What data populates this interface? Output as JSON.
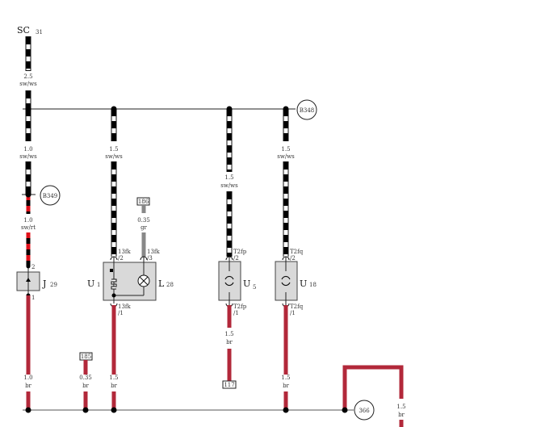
{
  "title": {
    "main": "SC",
    "sub": "31"
  },
  "wire_colors": {
    "brown": "#b2283a",
    "black": "#000000",
    "white": "#ffffff",
    "red": "#e0101a",
    "grey": "#888888"
  },
  "refs": {
    "b348": "B348",
    "b349": "B349",
    "r366": "366"
  },
  "tags": {
    "t186": "186",
    "t185": "185",
    "t117": "117"
  },
  "wires": {
    "w1": {
      "size": "2.5",
      "color": "sw/ws"
    },
    "w2": {
      "size": "1.0",
      "color": "sw/ws"
    },
    "w3": {
      "size": "1.0",
      "color": "sw/rt"
    },
    "w4": {
      "size": "1.0",
      "color": "br"
    },
    "w5": {
      "size": "1.5",
      "color": "sw/ws"
    },
    "w6": {
      "size": "0.35",
      "color": "gr"
    },
    "w7": {
      "size": "1.5",
      "color": "br"
    },
    "w8": {
      "size": "0.35",
      "color": "br"
    },
    "w9": {
      "size": "1.5",
      "color": "sw/ws"
    },
    "w10": {
      "size": "1.5",
      "color": "br"
    },
    "w11": {
      "size": "1.5",
      "color": "sw/ws"
    },
    "w12": {
      "size": "1.5",
      "color": "br"
    },
    "w13": {
      "size": "1.5",
      "color": "br"
    }
  },
  "components": {
    "j29": {
      "name": "J",
      "sub": "29",
      "pin_top": "2",
      "pin_bottom": "1"
    },
    "u1": {
      "name": "U",
      "sub": "1"
    },
    "l28": {
      "name": "L",
      "sub": "28"
    },
    "u1_pins": {
      "p2_conn": "13fk",
      "p2": "/2",
      "p3_conn": "13fk",
      "p3": "/3",
      "p1_conn": "13fk",
      "p1": "/1"
    },
    "u5": {
      "name": "U",
      "sub": "5",
      "top_conn": "T2fp",
      "top_pin": "/2",
      "bot_conn": "T2fp",
      "bot_pin": "/1"
    },
    "u18": {
      "name": "U",
      "sub": "18",
      "top_conn": "T2fq",
      "top_pin": "/2",
      "bot_conn": "T2fq",
      "bot_pin": "/1"
    }
  }
}
